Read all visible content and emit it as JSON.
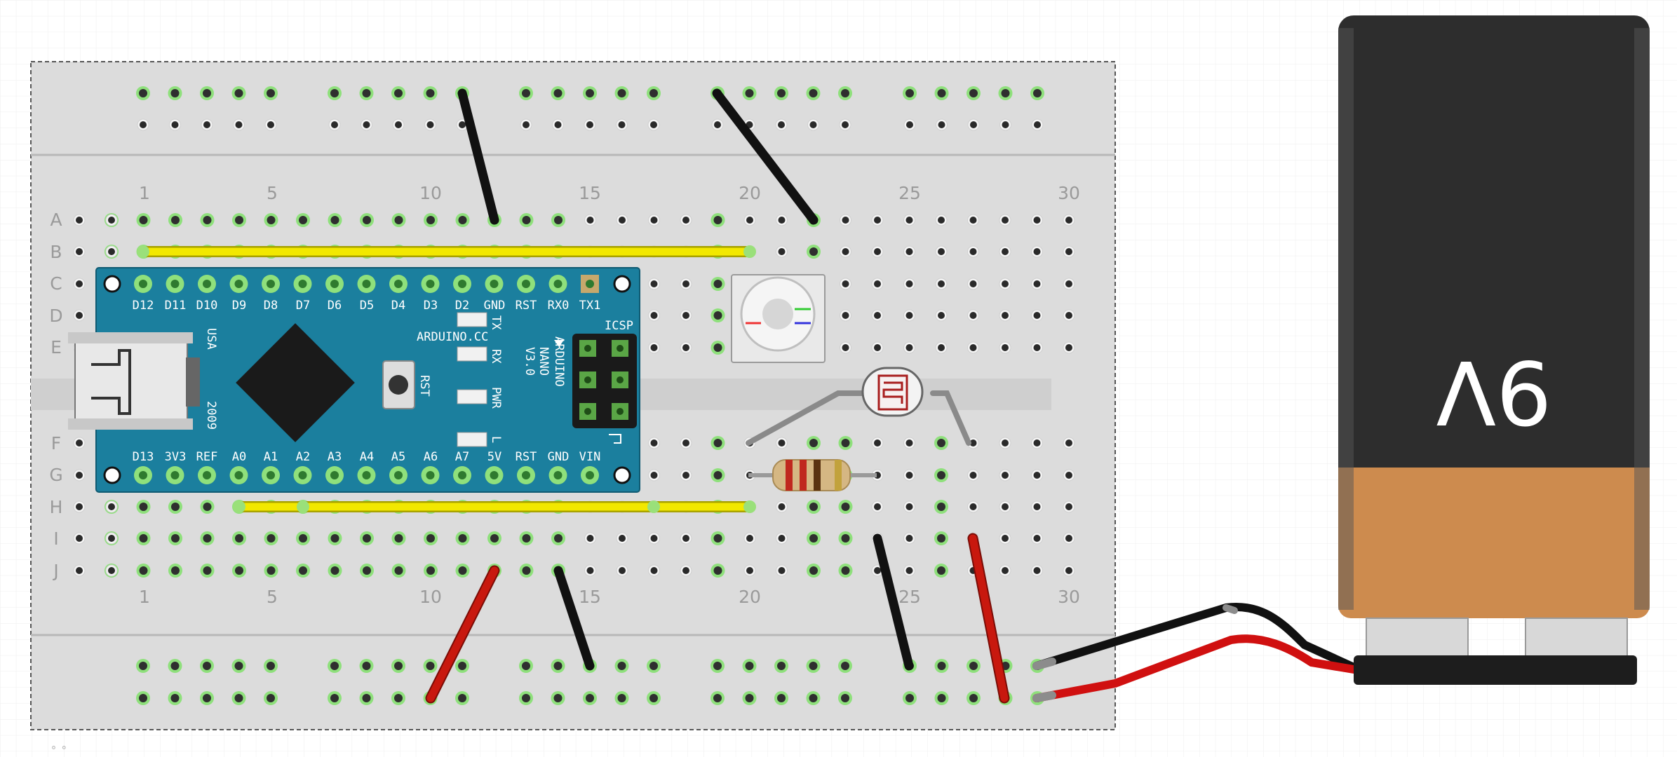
{
  "breadboard": {
    "column_numbers": [
      "1",
      "5",
      "10",
      "15",
      "20",
      "25",
      "30"
    ],
    "row_letters_top": [
      "A",
      "B",
      "C",
      "D",
      "E"
    ],
    "row_letters_bottom": [
      "F",
      "G",
      "H",
      "I",
      "J"
    ]
  },
  "arduino": {
    "top_pins": [
      "D12",
      "D11",
      "D10",
      "D9",
      "D8",
      "D7",
      "D6",
      "D5",
      "D4",
      "D3",
      "D2",
      "GND",
      "RST",
      "RX0",
      "TX1"
    ],
    "bottom_pins": [
      "D13",
      "3V3",
      "REF",
      "A0",
      "A1",
      "A2",
      "A3",
      "A4",
      "A5",
      "A6",
      "A7",
      "5V",
      "RST",
      "GND",
      "VIN"
    ],
    "brand": "ARDUINO.CC",
    "model_lines": [
      "ARDUINO",
      "NANO",
      "V3.0"
    ],
    "usa": "USA",
    "year": "2009",
    "rst": "RST",
    "icsp": "ICSP",
    "leds": [
      "TX",
      "RX",
      "PWR",
      "L"
    ]
  },
  "battery": {
    "label": "9V"
  },
  "colors": {
    "board_blue": "#1b7f9e",
    "wire_black": "#111111",
    "wire_red": "#c8180e",
    "wire_yellow": "#f2e800",
    "battery_top": "#2d2d2d",
    "battery_bottom": "#cd8b4e",
    "connected_hole": "#7dd86a"
  }
}
